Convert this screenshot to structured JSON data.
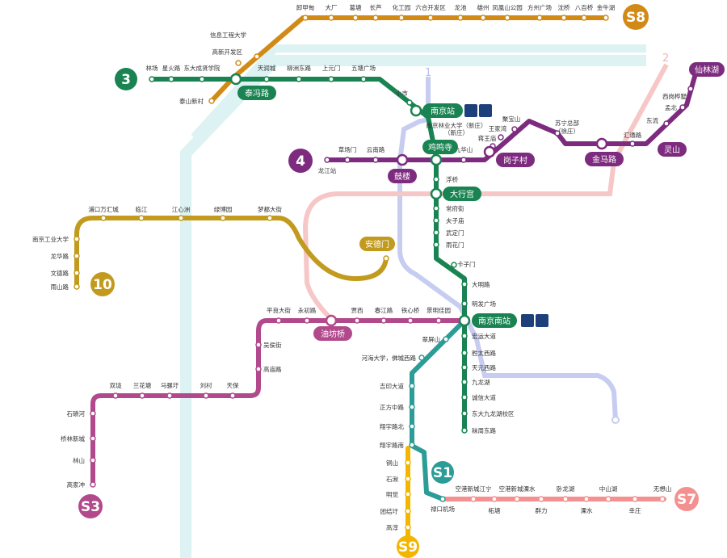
{
  "lines": {
    "l3": {
      "name": "3",
      "color": "#1a8352"
    },
    "l4": {
      "name": "4",
      "color": "#7d2b7e"
    },
    "l10": {
      "name": "10",
      "color": "#c29a1e"
    },
    "s1": {
      "name": "S1",
      "color": "#2b9c96"
    },
    "s3": {
      "name": "S3",
      "color": "#b1498c"
    },
    "s7": {
      "name": "S7",
      "color": "#f4908f"
    },
    "s8": {
      "name": "S8",
      "color": "#d28a17"
    },
    "s9": {
      "name": "S9",
      "color": "#f2b600"
    },
    "l1": {
      "name": "1",
      "color": "#c7ccf1"
    },
    "l2": {
      "name": "2",
      "color": "#f7c6c6"
    },
    "bg_line": {
      "color": "#dff1f1"
    }
  },
  "stations": {
    "s8": [
      "卸甲甸",
      "大厂",
      "葛塘",
      "长芦",
      "化工园",
      "六合开发区",
      "龙池",
      "雄州",
      "凤凰山公园",
      "方州广场",
      "沈桥",
      "八百桥",
      "金牛湖"
    ],
    "l3_north": [
      "信息工程大学",
      "高新开发区",
      "泰山新村"
    ],
    "l3_main": [
      "林场",
      "星火路",
      "东大成贤学院",
      "天润城",
      "柳洲东路",
      "上元门",
      "五塘广场",
      "小市"
    ],
    "l3_south": [
      "南京林业大学（新庄）",
      "鸡鸣寺",
      "浮桥",
      "常府街",
      "夫子庙",
      "武定门",
      "雨花门",
      "卡子门",
      "大明路",
      "明发广场",
      "宏运大道",
      "胜太西路",
      "天元西路",
      "九龙湖",
      "诚信大道",
      "东大九龙湖校区",
      "秣周东路"
    ],
    "l4": [
      "龙江站",
      "草场门",
      "云南路",
      "九华山",
      "聚宝山",
      "王家湾",
      "蒋王庙",
      "苏宁总部（徐庄）",
      "汇通路",
      "东流",
      "孟北",
      "西岗桦墅"
    ],
    "l10": [
      "浦口万汇城",
      "临江",
      "江心洲",
      "绿博园",
      "梦都大街",
      "南京工业大学",
      "龙华路",
      "文德路",
      "雨山路"
    ],
    "s3": [
      "平良大街",
      "永初路",
      "贾西",
      "春江路",
      "铁心桥",
      "景明佳园",
      "吴侯街",
      "高庙路",
      "双垅",
      "兰花塘",
      "马骡圩",
      "刘村",
      "天保",
      "石碛河",
      "桥林新城",
      "林山",
      "高家冲"
    ],
    "s1": [
      "翠屏山",
      "河海大学，佛城西路",
      "吉印大道",
      "正方中路",
      "翔宇路北",
      "翔宇路南",
      "禄口机场"
    ],
    "s9": [
      "铜山",
      "石湫",
      "明觉",
      "团结圩",
      "高淳"
    ],
    "s7": [
      "空港新城江宁",
      "空港新城溧水",
      "卧龙湖",
      "中山湖",
      "无想山",
      "柘塘",
      "群力",
      "溧水",
      "幸庄"
    ]
  },
  "transfers": {
    "taifeng": "泰冯路",
    "nanjing_station": "南京站",
    "jimingsi": "鸡鸣寺",
    "gulou": "鼓楼",
    "gangzicun": "岗子村",
    "jinmalu": "金马路",
    "lingshan": "灵山",
    "xianlinhu": "仙林湖",
    "daxinggong": "大行宫",
    "andemen": "安德门",
    "youfangqiao": "油坊桥",
    "nanjing_south": "南京南站"
  },
  "icons": [
    "train-icon",
    "bus-icon"
  ]
}
